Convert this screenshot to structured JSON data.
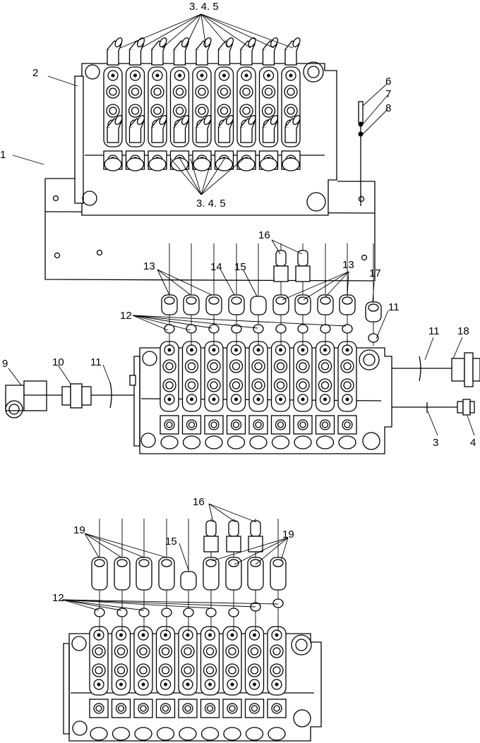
{
  "title": "Multi-way control valve assembly — exploded parts diagram",
  "views": [
    {
      "id": "top-view",
      "description": "Valve mounted on base plate",
      "sections": 9,
      "callouts": [
        {
          "id": "c-345-top",
          "label": "3. 4. 5"
        },
        {
          "id": "c-2",
          "label": "2"
        },
        {
          "id": "c-1",
          "label": "1"
        },
        {
          "id": "c-6",
          "label": "6"
        },
        {
          "id": "c-7",
          "label": "7"
        },
        {
          "id": "c-8",
          "label": "8"
        },
        {
          "id": "c-345-bottom",
          "label": "3. 4. 5"
        }
      ]
    },
    {
      "id": "middle-view",
      "description": "Valve with fittings exploded",
      "sections": 9,
      "callouts": [
        {
          "id": "c-16",
          "label": "16"
        },
        {
          "id": "c-13-left",
          "label": "13"
        },
        {
          "id": "c-14",
          "label": "14"
        },
        {
          "id": "c-15",
          "label": "15"
        },
        {
          "id": "c-13-right",
          "label": "13"
        },
        {
          "id": "c-17",
          "label": "17"
        },
        {
          "id": "c-12",
          "label": "12"
        },
        {
          "id": "c-11-top",
          "label": "11"
        },
        {
          "id": "c-11-right",
          "label": "11"
        },
        {
          "id": "c-18",
          "label": "18"
        },
        {
          "id": "c-9",
          "label": "9"
        },
        {
          "id": "c-10",
          "label": "10"
        },
        {
          "id": "c-11-left",
          "label": "11"
        },
        {
          "id": "c-3",
          "label": "3"
        },
        {
          "id": "c-4",
          "label": "4"
        }
      ]
    },
    {
      "id": "bottom-view",
      "description": "Valve with alternative fittings exploded",
      "sections": 9,
      "callouts": [
        {
          "id": "c-16b",
          "label": "16"
        },
        {
          "id": "c-19-left",
          "label": "19"
        },
        {
          "id": "c-15b",
          "label": "15"
        },
        {
          "id": "c-19-right",
          "label": "19"
        },
        {
          "id": "c-12b",
          "label": "12"
        }
      ]
    }
  ]
}
